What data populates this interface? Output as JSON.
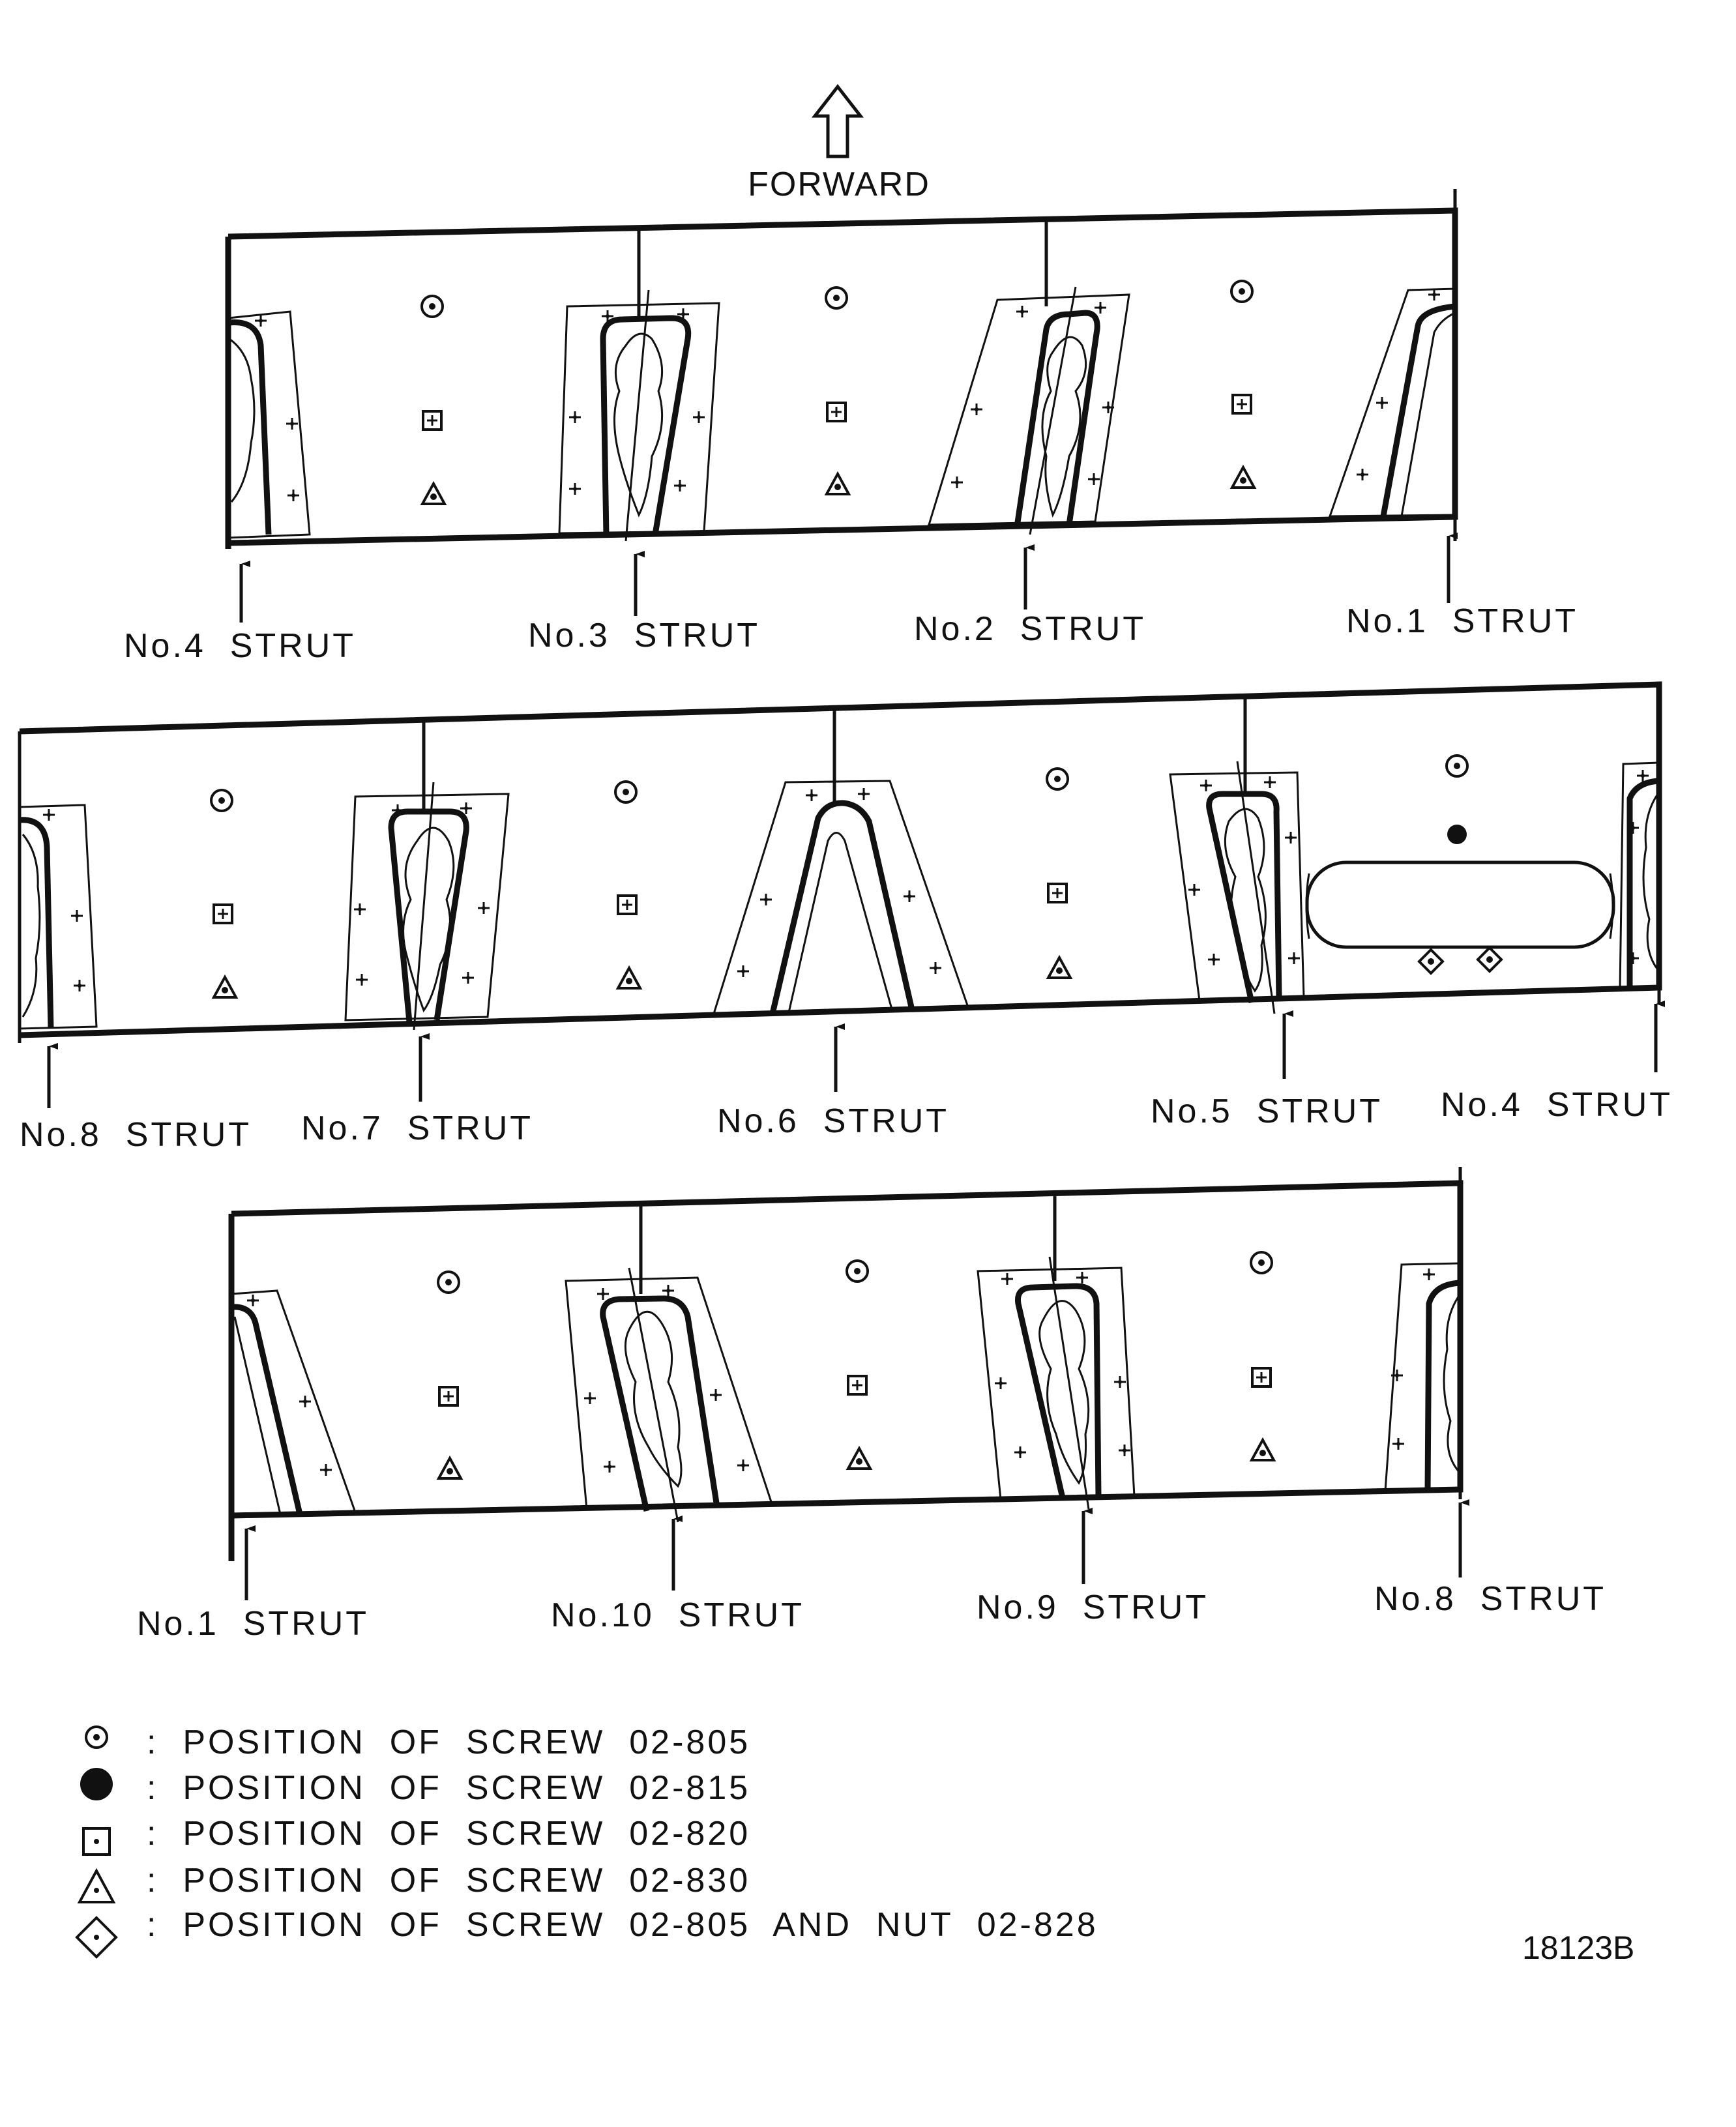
{
  "forward_label": "FORWARD",
  "panels": [
    {
      "strut_labels": [
        "No.4  STRUT",
        "No.3  STRUT",
        "No.2  STRUT",
        "No.1  STRUT"
      ]
    },
    {
      "strut_labels": [
        "No.8  STRUT",
        "No.7  STRUT",
        "No.6  STRUT",
        "No.5  STRUT",
        "No.4  STRUT"
      ]
    },
    {
      "strut_labels": [
        "No.1  STRUT",
        "No.10  STRUT",
        "No.9  STRUT",
        "No.8  STRUT"
      ]
    }
  ],
  "legend": [
    {
      "symbol": "circle-dot-icon",
      "text": ":  POSITION  OF  SCREW  02-805"
    },
    {
      "symbol": "filled-circle-icon",
      "text": ":  POSITION  OF  SCREW  02-815"
    },
    {
      "symbol": "square-dot-icon",
      "text": ":  POSITION  OF  SCREW  02-820"
    },
    {
      "symbol": "triangle-dot-icon",
      "text": ":  POSITION  OF  SCREW  02-830"
    },
    {
      "symbol": "diamond-dot-icon",
      "text": ":  POSITION  OF  SCREW  02-805  AND  NUT  02-828"
    }
  ],
  "drawing_number": "18123B"
}
